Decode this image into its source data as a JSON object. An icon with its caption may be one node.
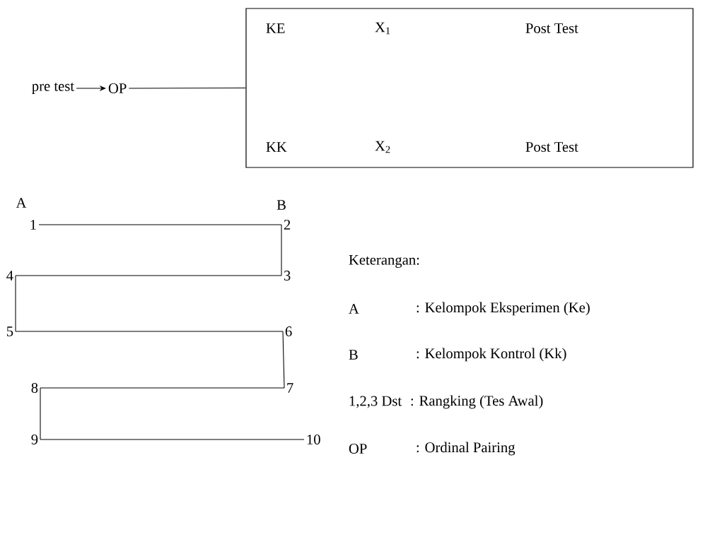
{
  "diagram": {
    "nodes": [
      {
        "text": [
          "pre test"
        ]
      },
      {
        "text": [
          "OP"
        ]
      },
      {
        "text": [
          "KE",
          "X$_{1}$",
          "Post Test",
          "KK",
          "X$_{2}$",
          "Post Test"
        ]
      },
      {
        "text": [
          "1"
        ]
      },
      {
        "text": [
          "2"
        ]
      },
      {
        "text": [
          "3"
        ]
      },
      {
        "text": [
          "4"
        ]
      },
      {
        "text": [
          "5"
        ]
      },
      {
        "text": [
          "6"
        ]
      },
      {
        "text": [
          "7"
        ]
      },
      {
        "text": [
          "8"
        ]
      },
      {
        "text": [
          "9"
        ]
      },
      {
        "text": [
          "10"
        ]
      }
    ],
    "edges": [
      {
        "from": 0,
        "to": 1,
        "arrow": "to"
      },
      {
        "from": 1,
        "to": 2,
        "arrow": "none"
      },
      {
        "from": 3,
        "to": 4,
        "arrow": "none"
      },
      {
        "from": 4,
        "to": 5,
        "arrow": "none"
      },
      {
        "from": 5,
        "to": 6,
        "arrow": "none"
      },
      {
        "from": 6,
        "to": 7,
        "arrow": "none"
      },
      {
        "from": 7,
        "to": 8,
        "arrow": "none"
      },
      {
        "from": 8,
        "to": 9,
        "arrow": "none"
      },
      {
        "from": 9,
        "to": 10,
        "arrow": "none"
      },
      {
        "from": 10,
        "to": 11,
        "arrow": "none"
      },
      {
        "from": 11,
        "to": 12,
        "arrow": "none"
      }
    ],
    "labels": [
      "A",
      "B",
      "Keterangan:",
      "A",
      ": Kelompok Eksperimen (Ke)",
      "B",
      ": Kelompok Kontrol (Kk)",
      "1,2,3 Dst",
      ": Rangking (Tes Awal)",
      "OP",
      ": Ordinal Pairing"
    ]
  }
}
